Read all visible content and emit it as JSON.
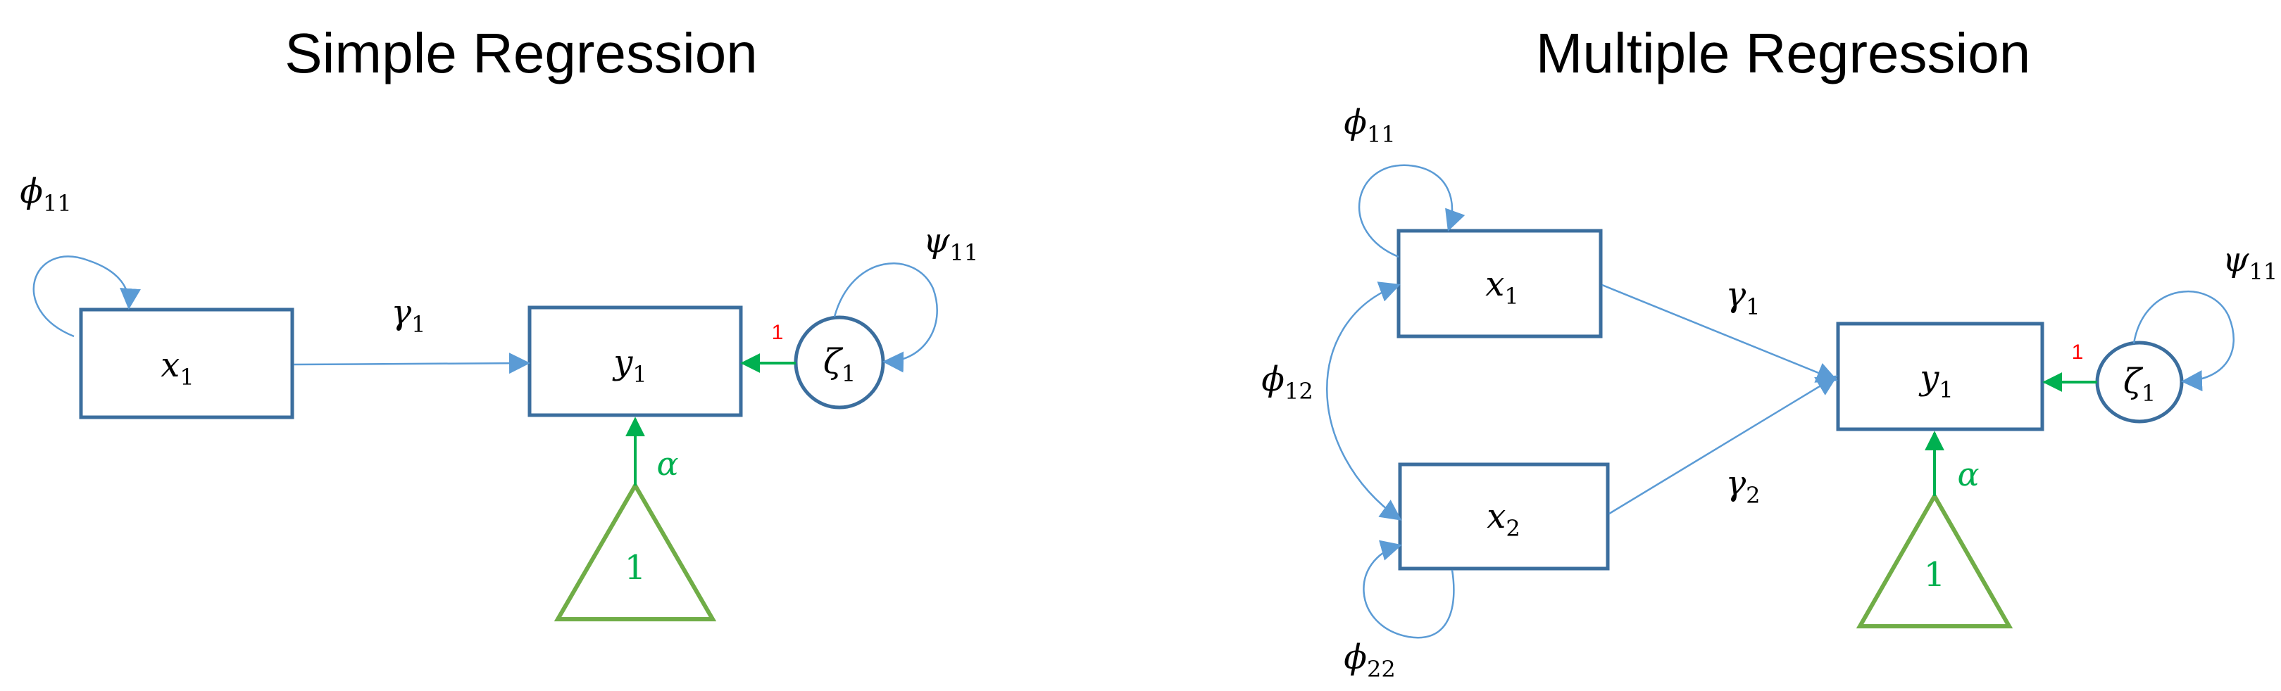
{
  "left": {
    "title": "Simple Regression",
    "nodes": {
      "x1": {
        "base": "x",
        "sub": "1"
      },
      "y1": {
        "base": "y",
        "sub": "1"
      },
      "zeta1": {
        "base": "ζ",
        "sub": "1"
      },
      "intercept": "1"
    },
    "labels": {
      "phi11": {
        "base": "ϕ",
        "sub": "11"
      },
      "psi11": {
        "base": "ψ",
        "sub": "11"
      },
      "gamma1": {
        "base": "γ",
        "sub": "1"
      },
      "alpha": "α",
      "one": "1"
    }
  },
  "right": {
    "title": "Multiple Regression",
    "nodes": {
      "x1": {
        "base": "x",
        "sub": "1"
      },
      "x2": {
        "base": "x",
        "sub": "2"
      },
      "y1": {
        "base": "y",
        "sub": "1"
      },
      "zeta1": {
        "base": "ζ",
        "sub": "1"
      },
      "intercept": "1"
    },
    "labels": {
      "phi11": {
        "base": "ϕ",
        "sub": "11"
      },
      "phi22": {
        "base": "ϕ",
        "sub": "22"
      },
      "phi12": {
        "base": "ϕ",
        "sub": "12"
      },
      "psi11": {
        "base": "ψ",
        "sub": "11"
      },
      "gamma1": {
        "base": "γ",
        "sub": "1"
      },
      "gamma2": {
        "base": "γ",
        "sub": "2"
      },
      "alpha": "α",
      "one": "1"
    }
  },
  "colors": {
    "node_stroke": "#3b6e9e",
    "edge": "#5b9bd5",
    "intercept_green": "#00b050",
    "triangle": "#70ad47",
    "fixed_loading_red": "#ff0000"
  }
}
